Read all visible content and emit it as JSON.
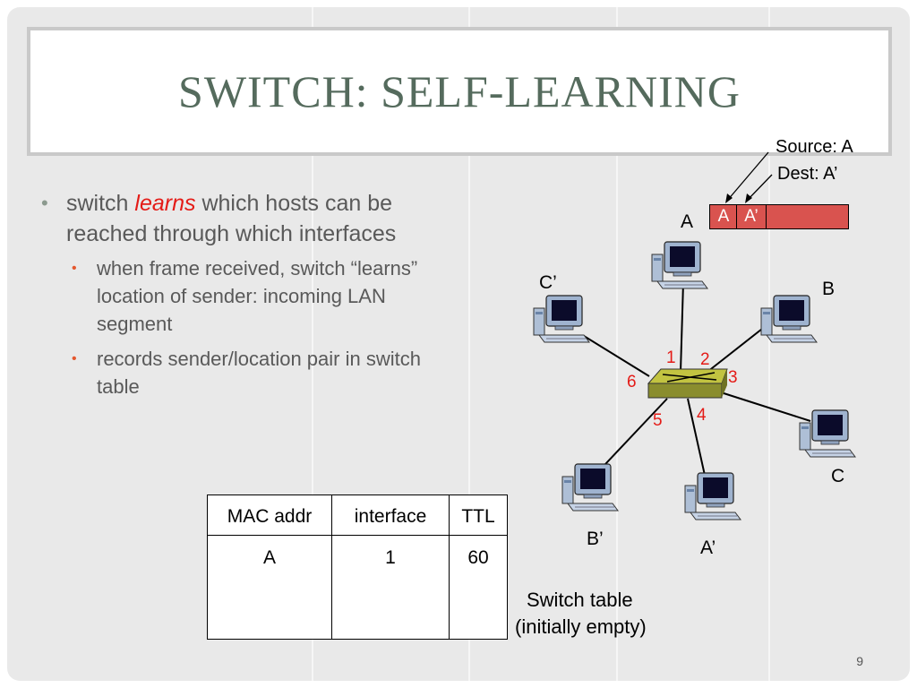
{
  "title": "SWITCH: SELF-LEARNING",
  "bullets": {
    "main": {
      "before": "switch ",
      "highlight": "learns",
      "after": " which hosts can be reached through which interfaces"
    },
    "sub": [
      "when frame received, switch “learns”  location of sender: incoming LAN segment",
      "records sender/location pair in switch table"
    ]
  },
  "frame": {
    "source_label": "Source: A",
    "dest_label": "Dest: A’",
    "cells": [
      "A",
      "A’"
    ]
  },
  "hosts": {
    "A": "A",
    "B": "B",
    "C": "C",
    "Cp": "C’",
    "Ap": "A’",
    "Bp": "B’"
  },
  "ports": {
    "p1": "1",
    "p2": "2",
    "p3": "3",
    "p4": "4",
    "p5": "5",
    "p6": "6"
  },
  "switch_table": {
    "headers": [
      "MAC addr",
      "interface",
      "TTL"
    ],
    "row": [
      "A",
      "1",
      "60"
    ],
    "caption_line1": "Switch table",
    "caption_line2": "(initially empty)"
  },
  "page_number": "9",
  "colors": {
    "accent_red": "#e41b17",
    "frame_fill": "#d9534f",
    "title": "#556b5d"
  }
}
